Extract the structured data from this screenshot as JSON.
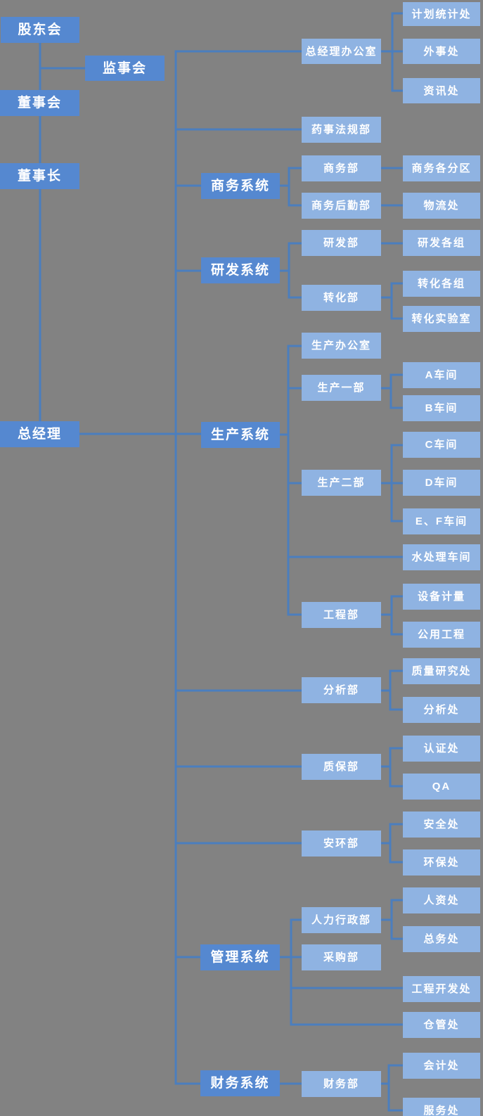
{
  "colors": {
    "background": "#828282",
    "box_dark": "#5588d0",
    "box_light": "#8fb3e2",
    "connector": "#4b7ebe",
    "text": "#ffffff"
  },
  "nodes": {
    "shareholders": {
      "label": "股东会",
      "parent": null
    },
    "supervisory_board": {
      "label": "监事会",
      "parent": "shareholders"
    },
    "board_of_directors": {
      "label": "董事会",
      "parent": "shareholders"
    },
    "chairman": {
      "label": "董事长",
      "parent": "board_of_directors"
    },
    "general_manager": {
      "label": "总经理",
      "parent": "chairman"
    },
    "gm_office": {
      "label": "总经理办公室",
      "parent": "general_manager"
    },
    "planning_statistics_office": {
      "label": "计划统计处",
      "parent": "gm_office"
    },
    "foreign_affairs_office": {
      "label": "外事处",
      "parent": "gm_office"
    },
    "information_office": {
      "label": "资讯处",
      "parent": "gm_office"
    },
    "pharma_regulatory_dept": {
      "label": "药事法规部",
      "parent": "general_manager"
    },
    "commerce_system": {
      "label": "商务系统",
      "parent": "general_manager"
    },
    "commerce_dept": {
      "label": "商务部",
      "parent": "commerce_system"
    },
    "commerce_districts": {
      "label": "商务各分区",
      "parent": "commerce_dept"
    },
    "commerce_logistics_dept": {
      "label": "商务后勤部",
      "parent": "commerce_system"
    },
    "logistics_office": {
      "label": "物流处",
      "parent": "commerce_logistics_dept"
    },
    "rd_system": {
      "label": "研发系统",
      "parent": "general_manager"
    },
    "rd_dept": {
      "label": "研发部",
      "parent": "rd_system"
    },
    "rd_groups": {
      "label": "研发各组",
      "parent": "rd_dept"
    },
    "transformation_dept": {
      "label": "转化部",
      "parent": "rd_system"
    },
    "transformation_groups": {
      "label": "转化各组",
      "parent": "transformation_dept"
    },
    "transformation_lab": {
      "label": "转化实验室",
      "parent": "transformation_dept"
    },
    "production_system": {
      "label": "生产系统",
      "parent": "general_manager"
    },
    "production_office": {
      "label": "生产办公室",
      "parent": "production_system"
    },
    "production_dept_1": {
      "label": "生产一部",
      "parent": "production_system"
    },
    "workshop_a": {
      "label": "A车间",
      "parent": "production_dept_1"
    },
    "workshop_b": {
      "label": "B车间",
      "parent": "production_dept_1"
    },
    "production_dept_2": {
      "label": "生产二部",
      "parent": "production_system"
    },
    "workshop_c": {
      "label": "C车间",
      "parent": "production_dept_2"
    },
    "workshop_d": {
      "label": "D车间",
      "parent": "production_dept_2"
    },
    "workshop_ef": {
      "label": "E、F车间",
      "parent": "production_dept_2"
    },
    "water_treatment_workshop": {
      "label": "水处理车间",
      "parent": "production_system"
    },
    "engineering_dept": {
      "label": "工程部",
      "parent": "production_system"
    },
    "equipment_metrology": {
      "label": "设备计量",
      "parent": "engineering_dept"
    },
    "public_utilities": {
      "label": "公用工程",
      "parent": "engineering_dept"
    },
    "analysis_dept": {
      "label": "分析部",
      "parent": "general_manager"
    },
    "quality_research_office": {
      "label": "质量研究处",
      "parent": "analysis_dept"
    },
    "analysis_office": {
      "label": "分析处",
      "parent": "analysis_dept"
    },
    "quality_assurance_dept": {
      "label": "质保部",
      "parent": "general_manager"
    },
    "certification_office": {
      "label": "认证处",
      "parent": "quality_assurance_dept"
    },
    "qa_office": {
      "label": "QA",
      "parent": "quality_assurance_dept"
    },
    "safety_environment_dept": {
      "label": "安环部",
      "parent": "general_manager"
    },
    "safety_office": {
      "label": "安全处",
      "parent": "safety_environment_dept"
    },
    "environmental_office": {
      "label": "环保处",
      "parent": "safety_environment_dept"
    },
    "management_system": {
      "label": "管理系统",
      "parent": "general_manager"
    },
    "hr_admin_dept": {
      "label": "人力行政部",
      "parent": "management_system"
    },
    "hr_office": {
      "label": "人资处",
      "parent": "hr_admin_dept"
    },
    "general_affairs_office": {
      "label": "总务处",
      "parent": "hr_admin_dept"
    },
    "procurement_dept": {
      "label": "采购部",
      "parent": "management_system"
    },
    "engineering_dev_office": {
      "label": "工程开发处",
      "parent": "management_system"
    },
    "warehouse_office": {
      "label": "仓管处",
      "parent": "management_system"
    },
    "finance_system": {
      "label": "财务系统",
      "parent": "general_manager"
    },
    "finance_dept": {
      "label": "财务部",
      "parent": "finance_system"
    },
    "accounting_office": {
      "label": "会计处",
      "parent": "finance_dept"
    },
    "service_office": {
      "label": "服务处",
      "parent": "finance_dept"
    }
  }
}
